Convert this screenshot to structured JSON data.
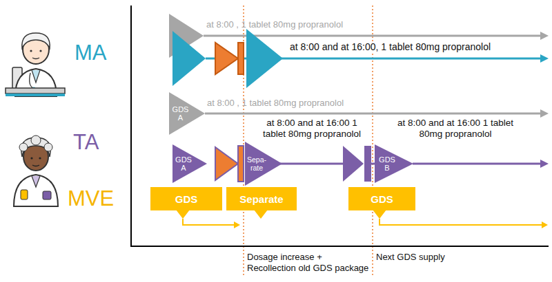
{
  "diagram": {
    "nodes": [
      {
        "text": [
          "GDS A"
        ]
      },
      {
        "text": [
          "GDS A"
        ]
      },
      {
        "text": [
          "Sepa- rate"
        ]
      },
      {
        "text": [
          "GDS B"
        ]
      },
      {
        "text": [
          "GDS"
        ]
      },
      {
        "text": [
          "Separate"
        ]
      },
      {
        "text": [
          "GDS"
        ]
      }
    ],
    "labels": [
      "MA",
      "TA",
      "MVE",
      "at 8:00 , 1 tablet 80mg propranolol",
      "at 8:00 and at 16:00, 1 tablet 80mg propranolol",
      "at 8:00 , 1 tablet 80mg propranolol",
      "at 8:00 and at 16:00 1 tablet 80mg propranolol",
      "at 8:00 and at 16:00 1 tablet 80mg propranolol",
      "Dosage increase + Recollection old GDS package",
      "Next GDS supply"
    ]
  }
}
